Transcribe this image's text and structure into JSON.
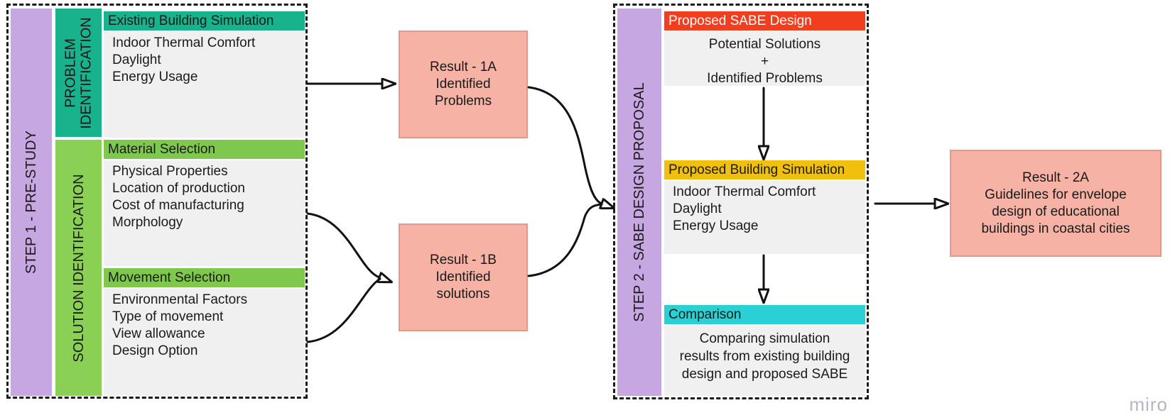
{
  "colors": {
    "purple": "#c7a7e2",
    "teal": "#18b28c",
    "green": "#7ec94d",
    "red": "#f03e1e",
    "yellow": "#f0c00d",
    "cyan": "#29d0d4",
    "pink_fill": "#f5b2a5",
    "pink_border": "#e2988b",
    "content_bg": "#f0f0f0",
    "arrow": "#111111"
  },
  "step1": {
    "label": "STEP 1 - PRE-STUDY",
    "problem": {
      "label": "PROBLEM IDENTIFICATION",
      "header": "Existing Building Simulation",
      "items": [
        "Indoor Thermal Comfort",
        "Daylight",
        "Energy Usage"
      ]
    },
    "solution": {
      "label": "SOLUTION IDENTIFICATION",
      "material": {
        "header": "Material Selection",
        "items": [
          "Physical Properties",
          "Location of production",
          "Cost of manufacturing",
          "Morphology"
        ]
      },
      "movement": {
        "header": "Movement Selection",
        "items": [
          "Environmental Factors",
          "Type of movement",
          "View allowance",
          "Design Option"
        ]
      }
    }
  },
  "results": {
    "r1a": {
      "lines": [
        "Result - 1A",
        "Identified",
        "Problems"
      ]
    },
    "r1b": {
      "lines": [
        "Result - 1B",
        "Identified",
        "solutions"
      ]
    },
    "r2a": {
      "lines": [
        "Result - 2A",
        "Guidelines for envelope",
        "design of educational",
        "buildings in coastal cities"
      ]
    }
  },
  "step2": {
    "label": "STEP 2 - SABE DESIGN PROPOSAL",
    "design": {
      "header": "Proposed SABE Design",
      "items": [
        "Potential Solutions",
        "+",
        "Identified Problems"
      ]
    },
    "simulation": {
      "header": "Proposed Building Simulation",
      "items": [
        "Indoor Thermal Comfort",
        "Daylight",
        "Energy Usage"
      ]
    },
    "comparison": {
      "header": "Comparison",
      "items": [
        "Comparing simulation",
        "results from existing building",
        "design and proposed SABE"
      ]
    }
  },
  "watermark": "miro"
}
